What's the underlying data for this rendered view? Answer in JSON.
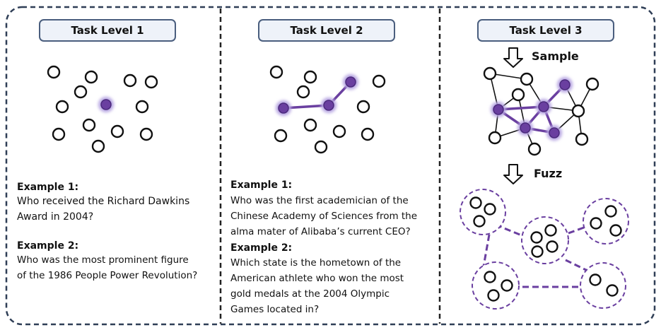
{
  "panels": [
    {
      "title": "Task Level 1",
      "examples": [
        {
          "label": "Example 1:",
          "lines": [
            "Who received the Richard Dawkins",
            "Award in 2004?"
          ]
        },
        {
          "label": "Example 2:",
          "lines": [
            "Who was the most prominent figure",
            "of the 1986 People Power Revolution?"
          ]
        }
      ]
    },
    {
      "title": "Task Level 2",
      "examples": [
        {
          "label": "Example 1:",
          "lines": [
            "Who was the first academician of the",
            "Chinese Academy of Sciences from the",
            "alma mater of Alibaba’s current CEO?"
          ]
        },
        {
          "label": "Example 2:",
          "lines": [
            "Which state is the hometown of the",
            "American athlete who won the most",
            "gold medals at the 2004 Olympic",
            "Games located in?"
          ]
        }
      ]
    },
    {
      "title": "Task Level 3",
      "steps": [
        "Sample",
        "Fuzz"
      ]
    }
  ],
  "colors": {
    "accent": "#6a3fa0",
    "pill_fill": "#eef2f9",
    "pill_border": "#4a5e7e",
    "frame": "#2f3e56"
  }
}
